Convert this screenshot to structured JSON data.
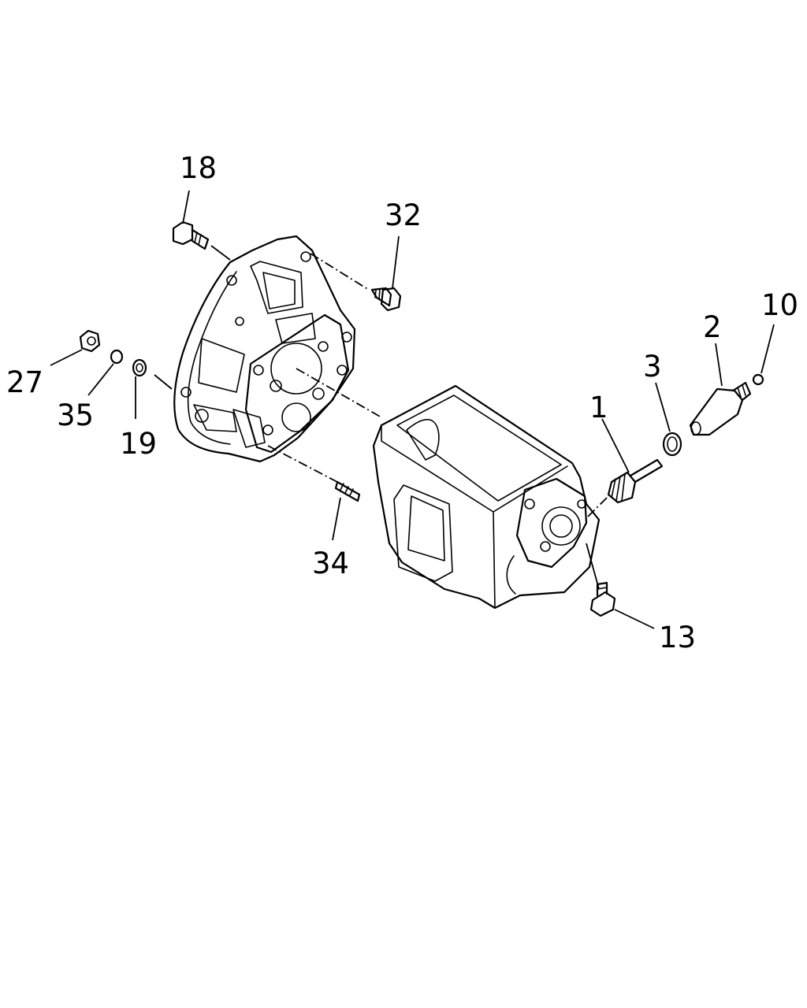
{
  "diagram": {
    "background": "#ffffff",
    "ink": "#000000",
    "callouts": [
      {
        "id": "18",
        "label": "18"
      },
      {
        "id": "32",
        "label": "32"
      },
      {
        "id": "10",
        "label": "10"
      },
      {
        "id": "2",
        "label": "2"
      },
      {
        "id": "3",
        "label": "3"
      },
      {
        "id": "1",
        "label": "1"
      },
      {
        "id": "27",
        "label": "27"
      },
      {
        "id": "35",
        "label": "35"
      },
      {
        "id": "19",
        "label": "19"
      },
      {
        "id": "34",
        "label": "34"
      },
      {
        "id": "13",
        "label": "13"
      }
    ]
  }
}
